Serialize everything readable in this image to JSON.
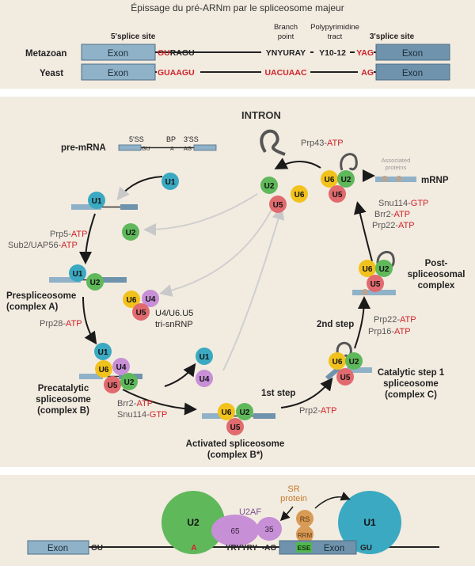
{
  "top": {
    "title": "Épissage du pré-ARNm par le spliceosome majeur",
    "header_5ss": "5'splice site",
    "header_bp_1": "Branch",
    "header_bp_2": "point",
    "header_ppt_1": "Polypyrimidine",
    "header_ppt_2": "tract",
    "header_3ss": "3'splice site",
    "rows": [
      {
        "label": "Metazoan",
        "exon_left": "Exon",
        "ss5_red": "GU",
        "ss5_dark": "RAGU",
        "bp": "YNYURAY",
        "ppt": "Y10-12",
        "ss3_red": "YAG",
        "exon_right": "Exon"
      },
      {
        "label": "Yeast",
        "exon_left": "Exon",
        "ss5_red": "GUAAGU",
        "bp_red": "UACUAAC",
        "ss3_red": "AG",
        "exon_right": "Exon"
      }
    ]
  },
  "middle": {
    "intron_label": "INTRON",
    "premrna_label": "pre-mRNA",
    "premrna_5ss": "5'SS",
    "premrna_bp": "BP",
    "premrna_3ss": "3'SS",
    "premrna_gu": "GU",
    "premrna_a": "A",
    "premrna_ag": "AG",
    "mrnp_label": "mRNP",
    "associated_proteins_1": "Associated",
    "associated_proteins_2": "proteins",
    "snrnps": {
      "u1": "U1",
      "u2": "U2",
      "u4": "U4",
      "u5": "U5",
      "u6": "U6"
    },
    "factors": {
      "prp5": "Prp5-",
      "sub2": "Sub2/UAP56-",
      "prp28": "Prp28-",
      "brr2_a": "Brr2-",
      "snu114_a": "Snu114-",
      "prp2": "Prp2-",
      "prp22_a": "Prp22-",
      "prp16": "Prp16-",
      "snu114_b": "Snu114-",
      "brr2_b": "Brr2-",
      "prp22_b": "Prp22-",
      "prp43": "Prp43-",
      "atp": "ATP",
      "gtp": "GTP"
    },
    "labels": {
      "presplice_1": "Prespliceosome",
      "presplice_2": "(complex A)",
      "tri_1": "U4/U6.U5",
      "tri_2": "tri-snRNP",
      "precat_1": "Precatalytic",
      "precat_2": "spliceosome",
      "precat_3": "(complex B)",
      "activated_1": "Activated spliceosome",
      "activated_2": "(complex B*)",
      "first_step": "1st step",
      "catalytic_1": "Catalytic step 1",
      "catalytic_2": "spliceosome",
      "catalytic_3": "(complex C)",
      "second_step": "2nd step",
      "post_1": "Post-",
      "post_2": "spliceosomal",
      "post_3": "complex"
    }
  },
  "bottom": {
    "exon_left": "Exon",
    "gu_left": "GU",
    "branch_a": "A",
    "ppt": "YRYYRY",
    "ag": "-AG",
    "exon_right": "Exon",
    "ese": "ESE",
    "gu_right": "GU",
    "u2": "U2",
    "u2af": "U2AF",
    "u2af_65": "65",
    "u2af_35": "35",
    "sr_1": "SR",
    "sr_2": "protein",
    "rs": "RS",
    "rrm": "RRM",
    "u1": "U1"
  },
  "colors": {
    "panel_bg": "#f2ebe0",
    "exon_fill": "#8fb2c8",
    "red": "#d0232a",
    "u1": "#3aa9c1",
    "u2": "#5fb85a",
    "u4": "#c78fd6",
    "u5": "#e06a6e",
    "u6": "#f2c21c",
    "sr": "#d89a55",
    "ese": "#52b84f"
  }
}
